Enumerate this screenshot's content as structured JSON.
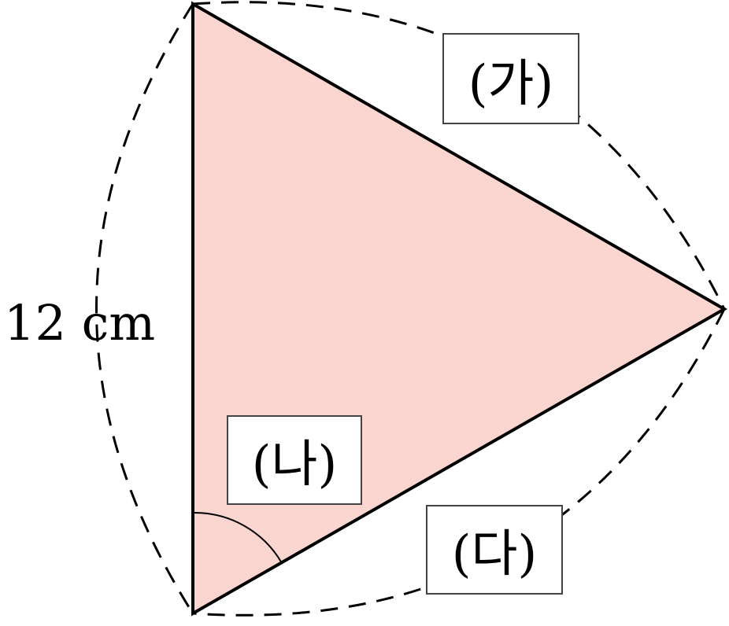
{
  "figure": {
    "side_length_label": "12 cm",
    "labels": {
      "ga": "(가)",
      "na": "(나)",
      "da": "(다)"
    },
    "colors": {
      "triangle_fill": "#fbd5d0",
      "stroke": "#000000"
    }
  }
}
